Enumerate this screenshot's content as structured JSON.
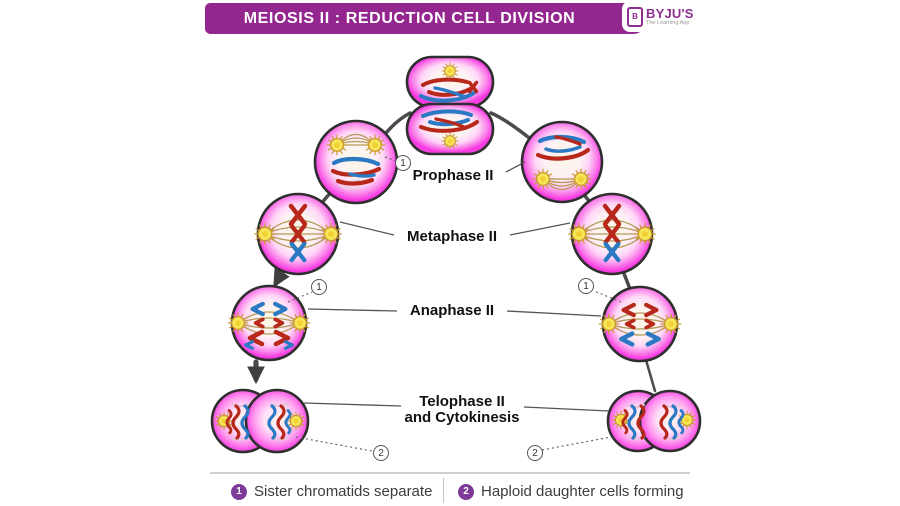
{
  "header": {
    "title": "MEIOSIS II : REDUCTION CELL DIVISION",
    "logo": {
      "brand": "BYJU'S",
      "tagline": "The Learning App",
      "icon_letter": "B"
    }
  },
  "diagram": {
    "stages": [
      {
        "id": "prophase",
        "label": "Prophase II"
      },
      {
        "id": "metaphase",
        "label": "Metaphase II"
      },
      {
        "id": "anaphase",
        "label": "Anaphase II"
      },
      {
        "id": "telophase",
        "label_line1": "Telophase II",
        "label_line2": "and Cytokinesis"
      }
    ],
    "callout_1": "1",
    "callout_2": "2"
  },
  "legend": {
    "items": [
      {
        "marker": "1",
        "text": "Sister chromatids separate"
      },
      {
        "marker": "2",
        "text": "Haploid daughter cells forming"
      }
    ]
  },
  "colors": {
    "brand_purple": "#93278f",
    "legend_badge_purple": "#7d3a99",
    "cell_membrane": "#2e2e2e",
    "cell_rim_magenta": "#f53fdf",
    "chromosome_red": "#b8281a",
    "chromosome_blue": "#2b79c2",
    "spindle_fiber": "#b49a58",
    "aster_yellow": "#f7e65a"
  }
}
